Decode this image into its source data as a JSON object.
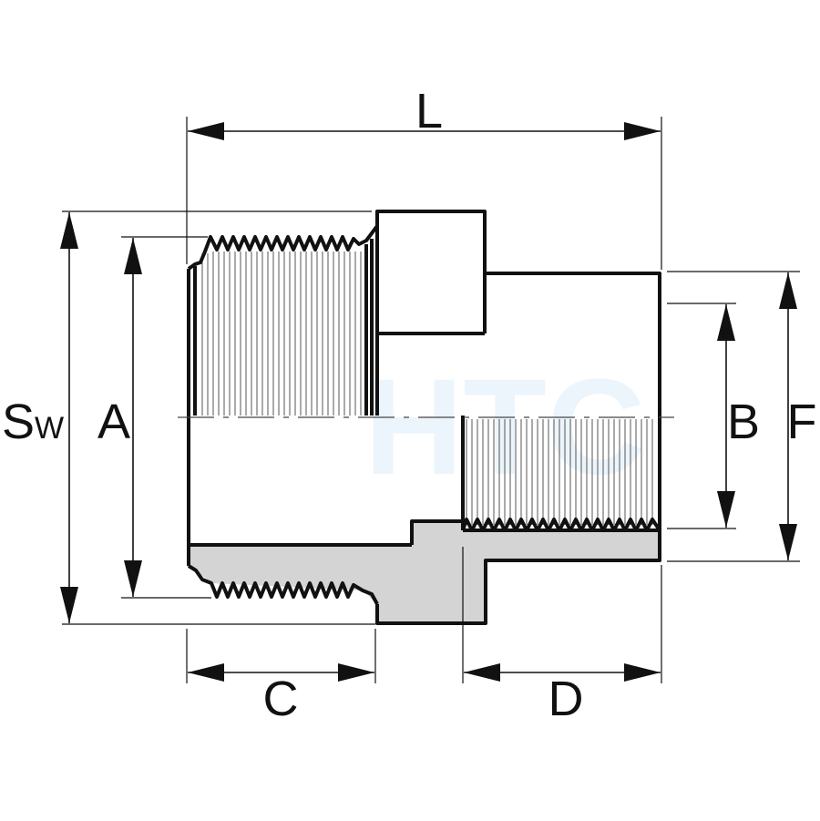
{
  "watermark": {
    "text": "HTC"
  },
  "colors": {
    "outline": "#111111",
    "section_fill": "#d4d4d4",
    "thread": "#555555",
    "watermark": "#eaf4fb"
  },
  "dimensions": {
    "L": "L",
    "Sw_main": "S",
    "Sw_sub": "W",
    "A": "A",
    "B": "B",
    "F": "F",
    "C": "C",
    "D": "D"
  }
}
